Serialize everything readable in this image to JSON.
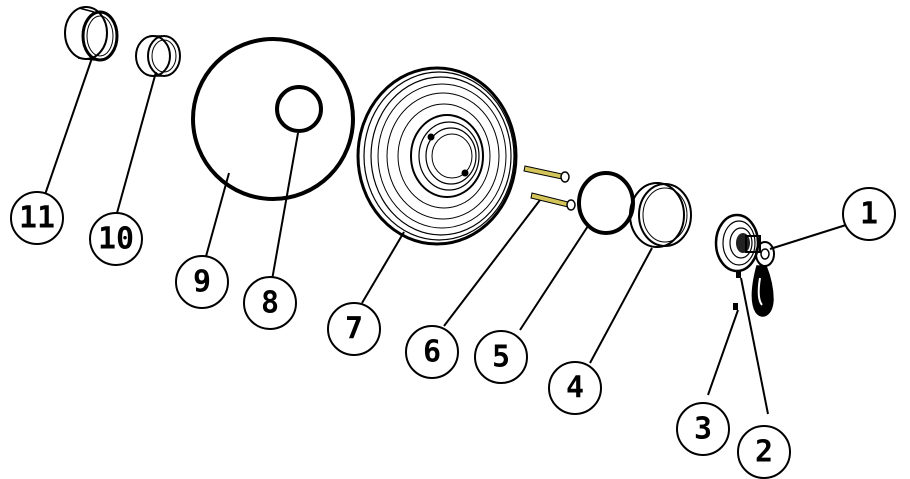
{
  "diagram": {
    "callouts": [
      {
        "number": "1"
      },
      {
        "number": "2"
      },
      {
        "number": "3"
      },
      {
        "number": "4"
      },
      {
        "number": "5"
      },
      {
        "number": "6"
      },
      {
        "number": "7"
      },
      {
        "number": "8"
      },
      {
        "number": "9"
      },
      {
        "number": "10"
      },
      {
        "number": "11"
      }
    ]
  }
}
